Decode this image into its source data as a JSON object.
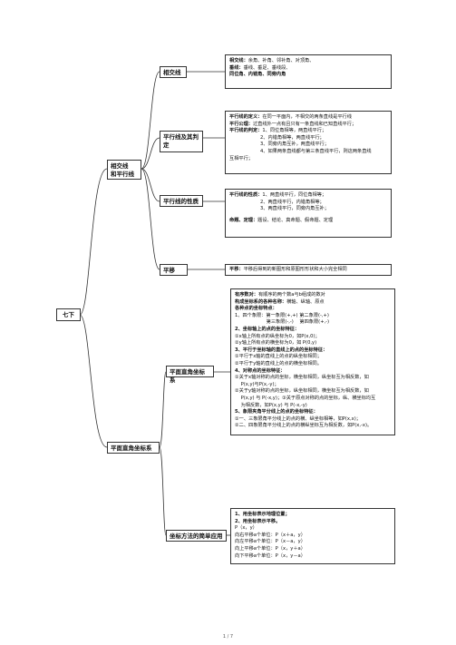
{
  "root": {
    "label": "七下"
  },
  "branches": [
    {
      "label_lines": [
        "相交线",
        "和平行线"
      ],
      "subtopics": [
        {
          "key": "intersect",
          "label_lines": [
            "相交线"
          ],
          "lines": [
            {
              "title": "相交线：",
              "text": "余角、补角、邻补角、对顶角、"
            },
            {
              "title": "垂线：",
              "text": "垂线、垂足、垂线段、"
            },
            {
              "title": "同位角、内错角、同旁内角",
              "text": ""
            }
          ]
        },
        {
          "key": "parallel_def",
          "label_lines": [
            "平行线及其判",
            "定"
          ],
          "lines": [
            {
              "title": "平行线的定义：",
              "text": "在同一平面内，不相交的两条直线是平行线"
            },
            {
              "title": "平行公理：",
              "text": "过直线外一点有且只有一条直线和已知直线平行；"
            },
            {
              "title": "平行线的判定：",
              "text": "1、同位角相等，两直线平行；"
            },
            {
              "title": "",
              "text": "2、内错角相等，两直线平行；"
            },
            {
              "title": "",
              "text": "3、同旁内角互补，两直线平行；"
            },
            {
              "title": "",
              "text": "4、如果两条直线都与第三条直线平行，则这两条直线"
            },
            {
              "title": "",
              "text": "互相平行；"
            }
          ]
        },
        {
          "key": "parallel_prop",
          "label_lines": [
            "平行线的性质"
          ],
          "lines": [
            {
              "title": "平行线的性质：",
              "text": "1、两直线平行，同位角相等；"
            },
            {
              "title": "",
              "text": "2、两直线平行，内错角相等；"
            },
            {
              "title": "",
              "text": "3、两直线平行，同旁内角互补；"
            },
            {
              "title": "",
              "text": ""
            },
            {
              "title": "命题、定理：",
              "text": "题设、结论、真命题、假命题、定理"
            }
          ]
        },
        {
          "key": "translation",
          "label_lines": [
            "平移"
          ],
          "lines": [
            {
              "title": "平移：",
              "text": "平移后得到的新图形和原图形形状和大小完全相同"
            }
          ]
        }
      ]
    },
    {
      "label_lines": [
        "平面直角坐标系"
      ],
      "subtopics": [
        {
          "key": "coord",
          "label_lines": [
            "平面直角坐标系"
          ],
          "lines": [
            {
              "title": "有序数对：",
              "text": "有顺序的两个数a与b组成的数对"
            },
            {
              "title": "构成坐标系的各种名称：",
              "text": "横轴、纵轴、原点"
            },
            {
              "title": "各种点的坐标特点：",
              "text": ""
            },
            {
              "title": "",
              "text": "1、四个象限：第一象限(+,+)    第二象限(-,+)"
            },
            {
              "title": "",
              "text": "                     第三象限(-,-)    第四象限(+,-)"
            },
            {
              "title": "2、坐标轴上的点的坐标特征：",
              "text": ""
            },
            {
              "title": "",
              "text": "①x轴上所有点的纵坐标为0，如P(x,0)；"
            },
            {
              "title": "",
              "text": "②y轴上所有点的横坐标为0，如 P(0,y)"
            },
            {
              "title": "3、平行于坐标轴的直线上的点的坐标特征：",
              "text": ""
            },
            {
              "title": "",
              "text": "①平行于x轴的直线上的点的纵坐标相同；"
            },
            {
              "title": "",
              "text": "②平行于y轴的直线上的点的横坐标相同。"
            },
            {
              "title": "4、对称点的坐标特征：",
              "text": ""
            },
            {
              "title": "",
              "text": "①关于x轴对称的点的坐标，横坐标相同，纵坐标互为相反数，如"
            },
            {
              "title": "",
              "text": "    P(x,y)与P(x,-y)；"
            },
            {
              "title": "",
              "text": "②关于y轴对称的点的坐标，纵坐标相同，横坐标互为相反数，如"
            },
            {
              "title": "",
              "text": "    P(x,y) 与 P(-x,y)；③关于原点对称的点的坐标，纵、横坐标均互"
            },
            {
              "title": "",
              "text": "    为相反数，如P(x,y) 与 P(-x,-y)"
            },
            {
              "title": "5、象限夹角平分线上的点的坐标特征：",
              "text": ""
            },
            {
              "title": "",
              "text": "①一、三象限角平分线上的点的横、纵坐标相等，如P(x,x)；"
            },
            {
              "title": "",
              "text": "②二、四象限角平分线上的点的横纵坐标互为相反数，如P(x,-x)。"
            }
          ]
        },
        {
          "key": "apply",
          "label_lines": [
            "坐标方法的简单应用"
          ],
          "lines": [
            {
              "title": "1、用坐标表示地理位置；",
              "text": ""
            },
            {
              "title": "2、用坐标表示平移。",
              "text": ""
            },
            {
              "title": "",
              "text": "P（x，y）"
            },
            {
              "title": "",
              "text": "向右平移a个单位：P（x＋a，y）"
            },
            {
              "title": "",
              "text": "向左平移a个单位：P（x－a，y）"
            },
            {
              "title": "",
              "text": "向上平移a个单位：P（x，y＋a）"
            },
            {
              "title": "",
              "text": "向下平移a个单位：P（x，y－a）"
            }
          ]
        }
      ]
    }
  ],
  "footer": {
    "page": "1 / 7"
  }
}
